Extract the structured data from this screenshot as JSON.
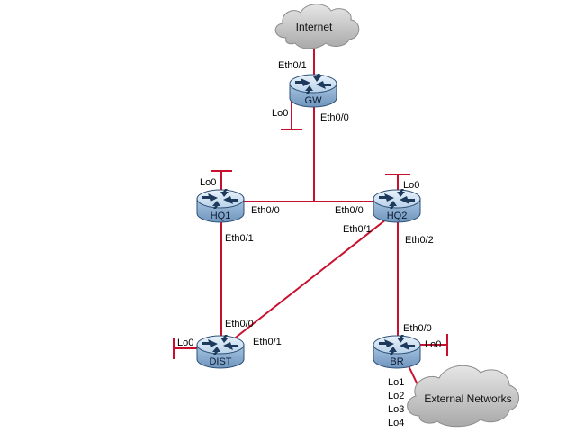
{
  "clouds": {
    "internet": {
      "label": "Internet"
    },
    "external": {
      "label": "External Networks"
    }
  },
  "devices": {
    "gw": {
      "label": "GW"
    },
    "hq1": {
      "label": "HQ1"
    },
    "hq2": {
      "label": "HQ2"
    },
    "dist": {
      "label": "DIST"
    },
    "br": {
      "label": "BR"
    }
  },
  "interfaces": {
    "gw_eth01": "Eth0/1",
    "gw_eth00": "Eth0/0",
    "gw_lo0": "Lo0",
    "hq1_lo0": "Lo0",
    "hq1_eth00": "Eth0/0",
    "hq1_eth01": "Eth0/1",
    "hq2_lo0": "Lo0",
    "hq2_eth00": "Eth0/0",
    "hq2_eth01": "Eth0/1",
    "hq2_eth02": "Eth0/2",
    "dist_eth00": "Eth0/0",
    "dist_eth01": "Eth0/1",
    "dist_lo0": "Lo0",
    "br_eth00": "Eth0/0",
    "br_lo0": "Lo0",
    "br_lo1": "Lo1",
    "br_lo2": "Lo2",
    "br_lo3": "Lo3",
    "br_lo4": "Lo4"
  },
  "colors": {
    "link": "#c8102e",
    "router_top": "#c9dff2",
    "router_side": "#8fb3d6",
    "router_edge": "#2d4f75",
    "cloud": "#c6c6c6"
  }
}
